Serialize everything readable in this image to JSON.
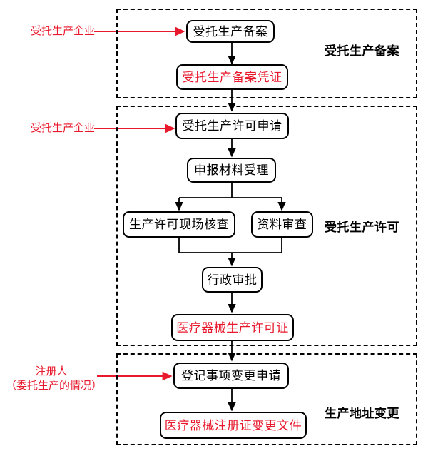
{
  "diagram": {
    "title_text_language": "zh",
    "colors": {
      "ink": "#000000",
      "accent_red": "#e8192c",
      "background": "#ffffff"
    },
    "sections": [
      {
        "id": "filing",
        "label": "受托生产备案",
        "actor": {
          "line1": "受托生产企业",
          "line2": ""
        },
        "nodes": [
          {
            "id": "filing-apply",
            "label": "受托生产备案",
            "kind": "process"
          },
          {
            "id": "filing-cert",
            "label": "受托生产备案凭证",
            "kind": "output"
          }
        ]
      },
      {
        "id": "license",
        "label": "受托生产许可",
        "actor": {
          "line1": "受托生产企业",
          "line2": ""
        },
        "nodes": [
          {
            "id": "license-apply",
            "label": "受托生产许可申请",
            "kind": "process"
          },
          {
            "id": "license-accept",
            "label": "申报材料受理",
            "kind": "process"
          },
          {
            "id": "license-onsite",
            "label": "生产许可现场核查",
            "kind": "process"
          },
          {
            "id": "license-docreview",
            "label": "资料审查",
            "kind": "process"
          },
          {
            "id": "license-approval",
            "label": "行政审批",
            "kind": "process"
          },
          {
            "id": "license-cert",
            "label": "医疗器械生产许可证",
            "kind": "output"
          }
        ]
      },
      {
        "id": "address-change",
        "label": "生产地址变更",
        "actor": {
          "line1": "注册人",
          "line2": "（委托生产的情况）"
        },
        "nodes": [
          {
            "id": "change-apply",
            "label": "登记事项变更申请",
            "kind": "process"
          },
          {
            "id": "change-doc",
            "label": "医疗器械注册证变更文件",
            "kind": "output"
          }
        ]
      }
    ]
  }
}
